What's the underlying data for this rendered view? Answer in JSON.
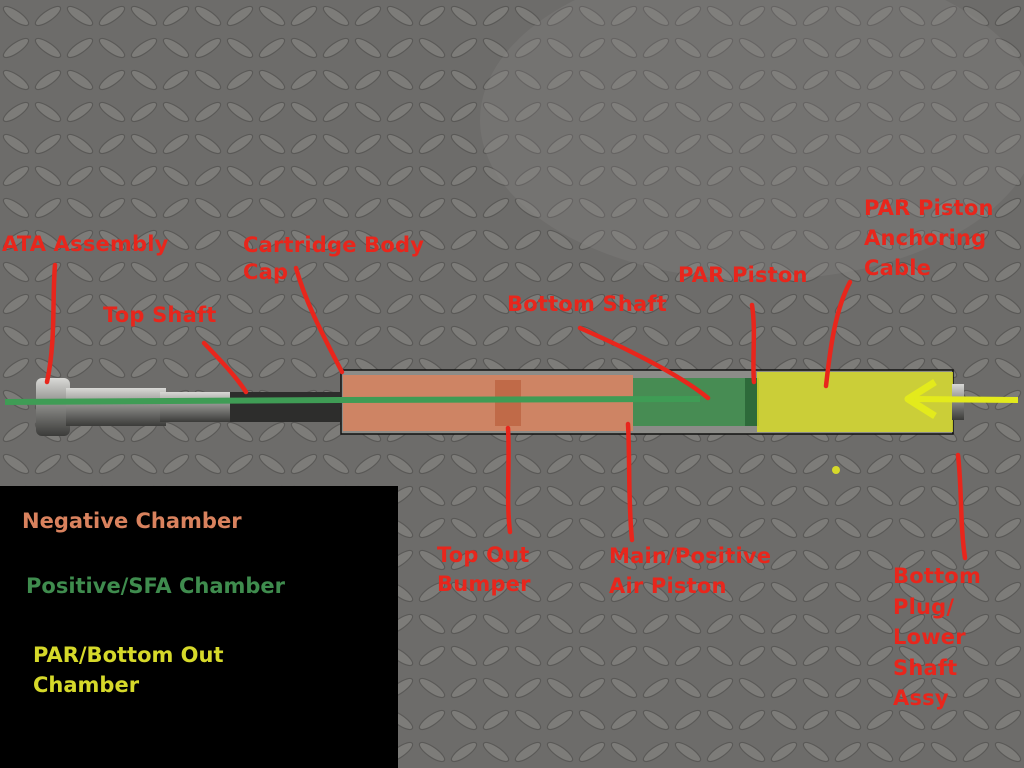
{
  "colors": {
    "label_red": "#e8261c",
    "negative_chamber": "#d9825e",
    "positive_chamber": "#3f8c4e",
    "par_chamber": "#d6d92a",
    "legend_bg": "#000000"
  },
  "labels": {
    "ata_assembly": "ATA Assembly",
    "top_shaft": "Top Shaft",
    "cartridge_body_cap": "Cartridge Body\nCap",
    "bottom_shaft": "Bottom Shaft",
    "par_piston": "PAR Piston",
    "par_piston_anchoring_cable": "PAR Piston\nAnchoring\nCable",
    "top_out_bumper": "Top Out\nBumper",
    "main_positive_air_piston": "Main/Positive\nAir Piston",
    "bottom_plug": "Bottom\nPlug/\nLower\nShaft\nAssy"
  },
  "legend": {
    "negative": "Negative Chamber",
    "positive": "Positive/SFA Chamber",
    "par": "PAR/Bottom Out\nChamber"
  }
}
